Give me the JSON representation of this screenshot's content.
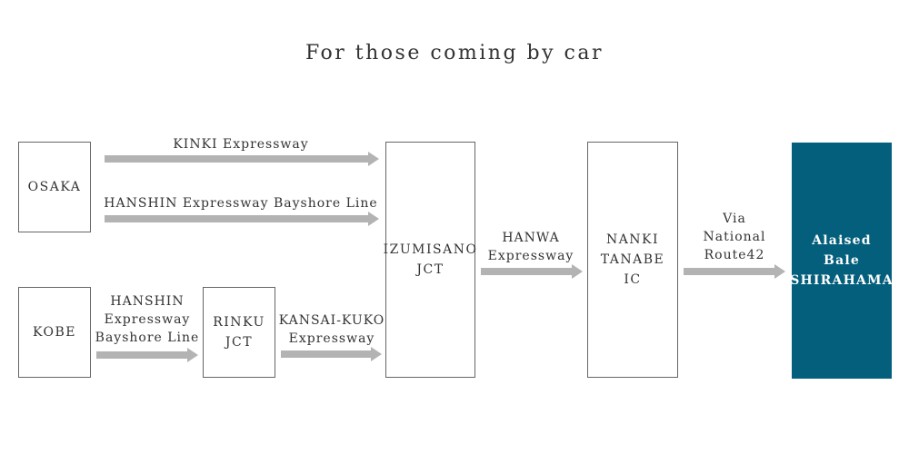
{
  "title": "For those coming by car",
  "nodes": {
    "osaka": "OSAKA",
    "kobe": "KOBE",
    "rinku": "RINKU\nJCT",
    "izumisano": "IZUMISANO\nJCT",
    "nanki": "NANKI\nTANABE\nIC",
    "destination": "Alaised\nBale\nSHIRAHAMA"
  },
  "routes": {
    "kinki": "KINKI Expressway",
    "hanshin_osaka": "HANSHIN Expressway Bayshore Line",
    "hanshin_kobe": "HANSHIN\nExpressway\nBayshore Line",
    "kansai_kuko": "KANSAI-KUKO\nExpressway",
    "hanwa": "HANWA\nExpressway",
    "national": "Via\nNational\nRoute42"
  },
  "colors": {
    "destination": "#045f7d",
    "arrow": "#b3b3b3",
    "border": "#666666"
  }
}
